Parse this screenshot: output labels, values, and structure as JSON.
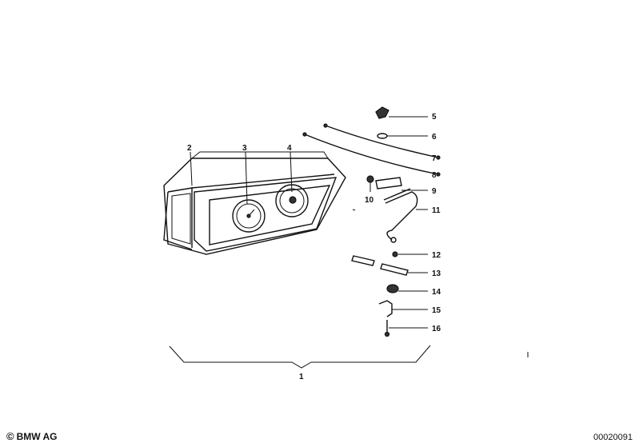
{
  "callouts": [
    {
      "id": "c1",
      "label": "1"
    },
    {
      "id": "c2",
      "label": "2"
    },
    {
      "id": "c3",
      "label": "3"
    },
    {
      "id": "c4",
      "label": "4"
    },
    {
      "id": "c5",
      "label": "5"
    },
    {
      "id": "c6",
      "label": "6"
    },
    {
      "id": "c7",
      "label": "7"
    },
    {
      "id": "c8",
      "label": "8"
    },
    {
      "id": "c9",
      "label": "9"
    },
    {
      "id": "c10",
      "label": "10"
    },
    {
      "id": "c11",
      "label": "11"
    },
    {
      "id": "c12",
      "label": "12"
    },
    {
      "id": "c13",
      "label": "13"
    },
    {
      "id": "c14",
      "label": "14"
    },
    {
      "id": "c15",
      "label": "15"
    },
    {
      "id": "c16",
      "label": "16"
    }
  ],
  "footer": {
    "copyright_symbol": "©",
    "copyright_owner": "BMW AG",
    "drawing_number": "00020091"
  }
}
